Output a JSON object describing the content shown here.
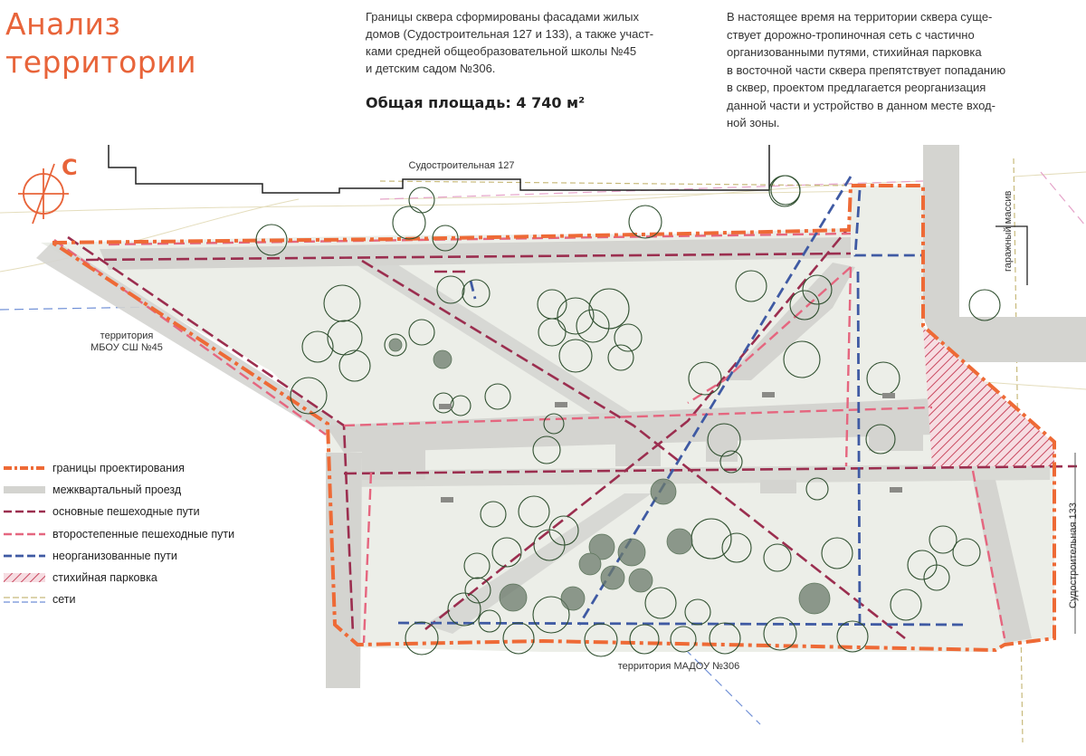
{
  "title": {
    "line1": "Анализ",
    "line2": "территории"
  },
  "description_left": {
    "lines": [
      "Границы сквера сформированы фасадами жилых",
      "домов (Судостроительная 127 и 133), а также участ-",
      "ками средней общеобразовательной школы №45",
      "и детским садом №306."
    ],
    "area_label": "Общая площадь: 4 740 м²"
  },
  "description_right": {
    "lines": [
      "В настоящее время на территории сквера суще-",
      "ствует дорожно-тропиночная сеть с частично",
      "организованными путями, стихийная парковка",
      "в восточной части сквера препятствует попаданию",
      "в сквер, проектом предлагается реорганизация",
      "данной части и устройство в данном месте вход-",
      "ной зоны."
    ]
  },
  "map": {
    "compass_letter": "С",
    "labels": {
      "building_north": "Судостроительная 127",
      "school": [
        "территория",
        "МБОУ СШ №45"
      ],
      "kindergarten": "территория МАДОУ №306",
      "building_east": "Судостроительная 133",
      "garages": "гаражный массив"
    },
    "colors": {
      "boundary": "#ee6a36",
      "passage": "#d4d4d0",
      "main_path": "#9b2e4f",
      "secondary_path": "#e5667f",
      "informal_path": "#3f5aa3",
      "parking": "#c9485f",
      "utility_1": "#c7b97a",
      "utility_2": "#6f8fd6",
      "park_fill": "#eceee8",
      "tree_stroke": "#2f4f2f"
    }
  },
  "legend": [
    {
      "label": "границы проектирования",
      "style": "boundary",
      "color": "#ee6a36"
    },
    {
      "label": "межквартальный проезд",
      "style": "passage",
      "color": "#d4d4d0"
    },
    {
      "label": "основные пешеходные пути",
      "style": "main",
      "color": "#9b2e4f"
    },
    {
      "label": "второстепенные пешеходные пути",
      "style": "secondary",
      "color": "#e5667f"
    },
    {
      "label": "неорганизованные пути",
      "style": "informal",
      "color": "#3f5aa3"
    },
    {
      "label": "стихийная парковка",
      "style": "parking",
      "color": "#c9485f"
    },
    {
      "label": "сети",
      "style": "utility",
      "color": "#c7b97a"
    }
  ]
}
